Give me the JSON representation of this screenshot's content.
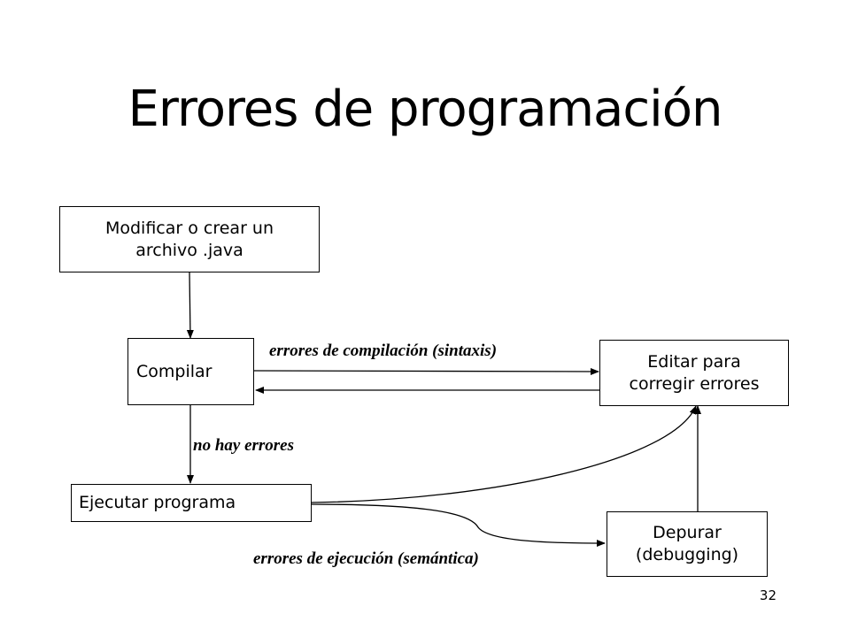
{
  "slide": {
    "title": "Errores de programación",
    "page_number": "32"
  },
  "boxes": {
    "modificar": {
      "line1": "Modificar o crear un",
      "line2": "archivo .java"
    },
    "compilar": {
      "text": "Compilar"
    },
    "editar": {
      "line1": "Editar para",
      "line2": "corregir errores"
    },
    "ejecutar": {
      "text": "Ejecutar programa"
    },
    "depurar": {
      "line1": "Depurar",
      "line2": "(debugging)"
    }
  },
  "labels": {
    "compilacion": "errores de compilación (sintaxis)",
    "no_errores": "no hay errores",
    "ejecucion": "errores de ejecución (semántica)"
  }
}
